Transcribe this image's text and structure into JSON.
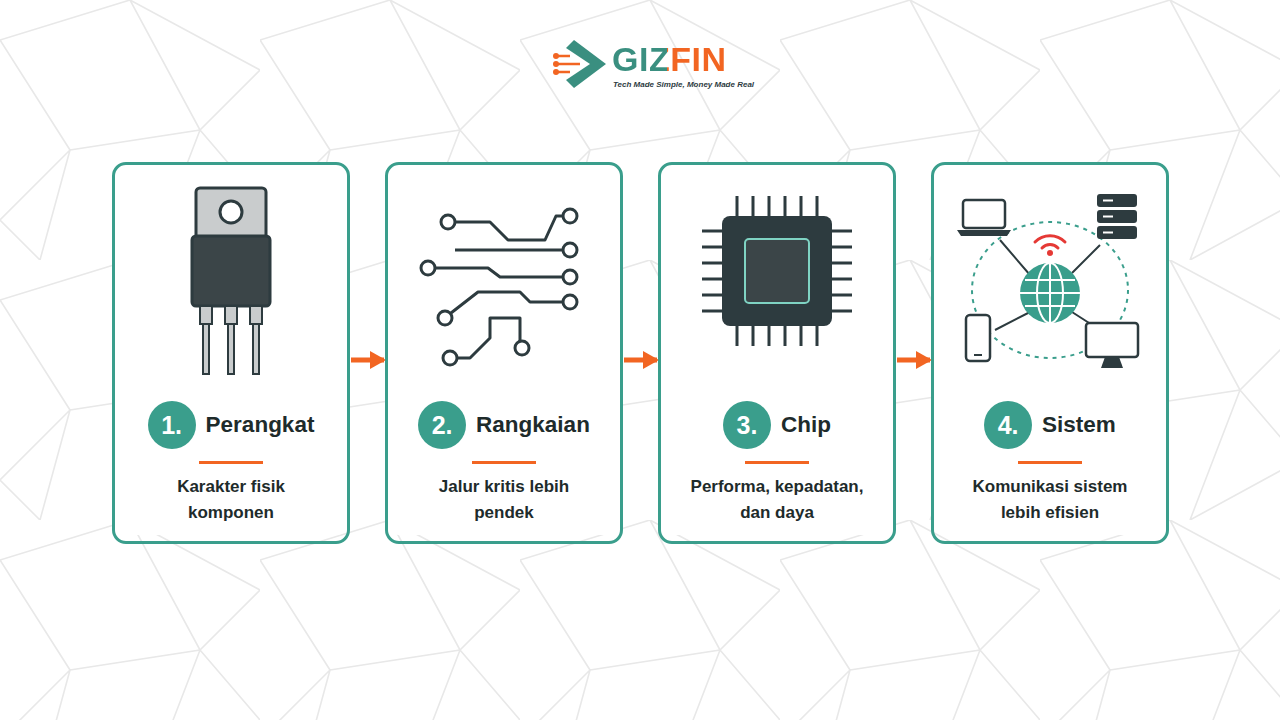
{
  "diagram": {
    "nodes": [
      {
        "text": [
          "Perangkat",
          "Karakter fisik komponen"
        ]
      },
      {
        "text": [
          "1."
        ],
        "in": 0
      },
      {
        "text": [
          "Rangkaian",
          "Jalur kritis lebih pendek"
        ]
      },
      {
        "text": [
          "2."
        ],
        "in": 2
      },
      {
        "text": [
          "Chip",
          "Performa, kepadatan, dan daya"
        ]
      },
      {
        "text": [
          "3."
        ],
        "in": 4
      },
      {
        "text": [
          "Sistem",
          "Komunikasi sistem lebih efisien"
        ]
      },
      {
        "text": [
          "4."
        ],
        "in": 6
      }
    ],
    "edges": [
      {
        "from": 0,
        "to": 2,
        "arrow": "to"
      },
      {
        "from": 2,
        "to": 4,
        "arrow": "to"
      },
      {
        "from": 4,
        "to": 6,
        "arrow": "to"
      }
    ],
    "labels": [
      "GIZFIN",
      "Tech Made Simple, Money Made Real"
    ]
  }
}
